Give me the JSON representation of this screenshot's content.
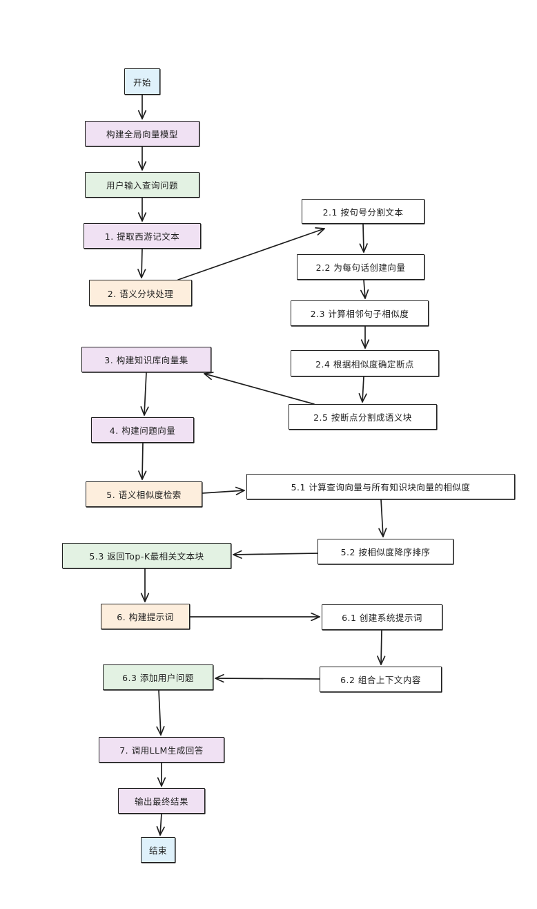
{
  "diagram": {
    "type": "flowchart",
    "style": "hand-drawn",
    "colors": {
      "start_end": "#dff1fb",
      "process_purple": "#f0e1f3",
      "process_green": "#e3f2e3",
      "process_orange": "#fdeedd",
      "sub_step": "#ffffff",
      "stroke": "#1e1e1e"
    },
    "nodes": [
      {
        "id": "start",
        "label": "开始",
        "color": "start_end"
      },
      {
        "id": "global_model",
        "label": "构建全局向量模型",
        "color": "process_purple"
      },
      {
        "id": "user_query",
        "label": "用户输入查询问题",
        "color": "process_green"
      },
      {
        "id": "s1",
        "label": "1. 提取西游记文本",
        "color": "process_purple"
      },
      {
        "id": "s2",
        "label": "2. 语义分块处理",
        "color": "process_orange"
      },
      {
        "id": "s2_1",
        "label": "2.1 按句号分割文本",
        "color": "sub_step"
      },
      {
        "id": "s2_2",
        "label": "2.2 为每句话创建向量",
        "color": "sub_step"
      },
      {
        "id": "s2_3",
        "label": "2.3 计算相邻句子相似度",
        "color": "sub_step"
      },
      {
        "id": "s2_4",
        "label": "2.4 根据相似度确定断点",
        "color": "sub_step"
      },
      {
        "id": "s2_5",
        "label": "2.5 按断点分割成语义块",
        "color": "sub_step"
      },
      {
        "id": "s3",
        "label": "3. 构建知识库向量集",
        "color": "process_purple"
      },
      {
        "id": "s4",
        "label": "4. 构建问题向量",
        "color": "process_purple"
      },
      {
        "id": "s5",
        "label": "5. 语义相似度检索",
        "color": "process_orange"
      },
      {
        "id": "s5_1",
        "label": "5.1 计算查询向量与所有知识块向量的相似度",
        "color": "sub_step"
      },
      {
        "id": "s5_2",
        "label": "5.2 按相似度降序排序",
        "color": "sub_step"
      },
      {
        "id": "s5_3",
        "label": "5.3 返回Top-K最相关文本块",
        "color": "process_green"
      },
      {
        "id": "s6",
        "label": "6. 构建提示词",
        "color": "process_orange"
      },
      {
        "id": "s6_1",
        "label": "6.1 创建系统提示词",
        "color": "sub_step"
      },
      {
        "id": "s6_2",
        "label": "6.2 组合上下文内容",
        "color": "sub_step"
      },
      {
        "id": "s6_3",
        "label": "6.3 添加用户问题",
        "color": "process_green"
      },
      {
        "id": "s7",
        "label": "7. 调用LLM生成回答",
        "color": "process_purple"
      },
      {
        "id": "output",
        "label": "输出最终结果",
        "color": "process_purple"
      },
      {
        "id": "end",
        "label": "结束",
        "color": "start_end"
      }
    ],
    "edges": [
      {
        "from": "start",
        "to": "global_model"
      },
      {
        "from": "global_model",
        "to": "user_query"
      },
      {
        "from": "user_query",
        "to": "s1"
      },
      {
        "from": "s1",
        "to": "s2"
      },
      {
        "from": "s2",
        "to": "s2_1"
      },
      {
        "from": "s2_1",
        "to": "s2_2"
      },
      {
        "from": "s2_2",
        "to": "s2_3"
      },
      {
        "from": "s2_3",
        "to": "s2_4"
      },
      {
        "from": "s2_4",
        "to": "s2_5"
      },
      {
        "from": "s2_5",
        "to": "s3"
      },
      {
        "from": "s3",
        "to": "s4"
      },
      {
        "from": "s4",
        "to": "s5"
      },
      {
        "from": "s5",
        "to": "s5_1"
      },
      {
        "from": "s5_1",
        "to": "s5_2"
      },
      {
        "from": "s5_2",
        "to": "s5_3"
      },
      {
        "from": "s5_3",
        "to": "s6"
      },
      {
        "from": "s6",
        "to": "s6_1"
      },
      {
        "from": "s6_1",
        "to": "s6_2"
      },
      {
        "from": "s6_2",
        "to": "s6_3"
      },
      {
        "from": "s6_3",
        "to": "s7"
      },
      {
        "from": "s7",
        "to": "output"
      },
      {
        "from": "output",
        "to": "end"
      }
    ]
  }
}
